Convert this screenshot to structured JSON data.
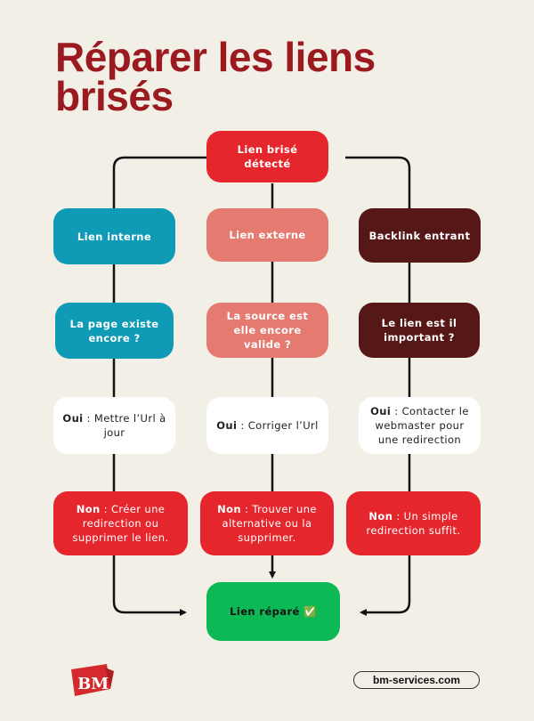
{
  "title": {
    "line1": "Réparer les liens",
    "line2": "brisés"
  },
  "nodes": {
    "start": "Lien brisé détecté",
    "internal": "Lien interne",
    "external": "Lien externe",
    "backlink": "Backlink entrant",
    "q_internal": "La page existe encore ?",
    "q_external": "La source est elle encore valide ?",
    "q_backlink": "Le lien est il important ?",
    "yes_internal": {
      "keyword": "Oui",
      "text": " : Mettre l’Url à jour"
    },
    "yes_external": {
      "keyword": "Oui",
      "text": " : Corriger l’Url"
    },
    "yes_backlink": {
      "keyword": "Oui",
      "text": " : Contacter le webmaster pour une redirection"
    },
    "no_internal": {
      "keyword": "Non",
      "text": " : Créer une redirection ou supprimer le lien."
    },
    "no_external": {
      "keyword": "Non",
      "text": " : Trouver une alternative ou la supprimer."
    },
    "no_backlink": {
      "keyword": "Non",
      "text": " : Un simple redirection suffit."
    },
    "end": "Lien réparé ✅"
  },
  "footer": {
    "logo_text": "BM",
    "website": "bm-services.com"
  },
  "colors": {
    "title": "#9b1a1f",
    "red": "#e5272d",
    "teal": "#0f9bb5",
    "salmon": "#e57a70",
    "maroon": "#561717",
    "green": "#0cb955",
    "background": "#f2efe6"
  }
}
